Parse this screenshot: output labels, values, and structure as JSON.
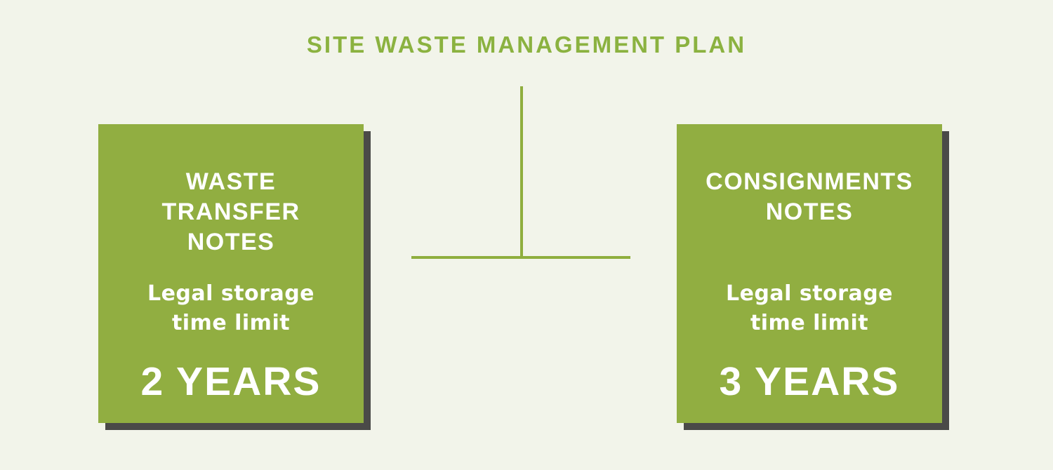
{
  "title": "SITE WASTE MANAGEMENT PLAN",
  "colors": {
    "background": "#F2F4EA",
    "card_green": "#91AE41",
    "title_green": "#8BB240",
    "connector_green": "#8FAE3E",
    "shadow_gray": "#4A4A48",
    "text_white": "#FFFFFF"
  },
  "connector": {
    "shape": "t-shaped-line"
  },
  "cards": [
    {
      "heading": "WASTE\nTRANSFER\nNOTES",
      "subtitle": "Legal storage\ntime limit",
      "duration": "2 YEARS"
    },
    {
      "heading": "CONSIGNMENTS\nNOTES",
      "subtitle": "Legal storage\ntime limit",
      "duration": "3 YEARS"
    }
  ]
}
